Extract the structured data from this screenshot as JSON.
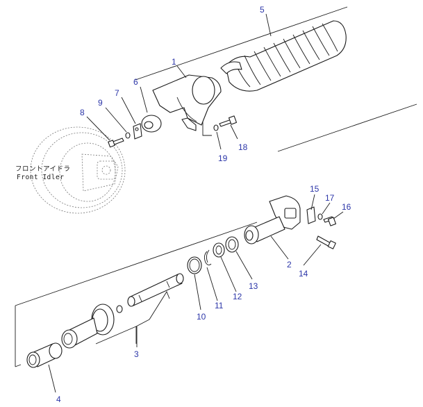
{
  "front_idler_label": {
    "japanese": "フロントアイドラ",
    "english": "Front Idler"
  },
  "callouts": {
    "c1": "1",
    "c2": "2",
    "c3": "3",
    "c4": "4",
    "c5": "5",
    "c6": "6",
    "c7": "7",
    "c8": "8",
    "c9": "9",
    "c10": "10",
    "c11": "11",
    "c12": "12",
    "c13": "13",
    "c14": "14",
    "c15": "15",
    "c16": "16",
    "c17": "17",
    "c18": "18",
    "c19": "19"
  },
  "colors": {
    "callout_text": "#2b35a8",
    "line_art": "#1a1a1a"
  }
}
